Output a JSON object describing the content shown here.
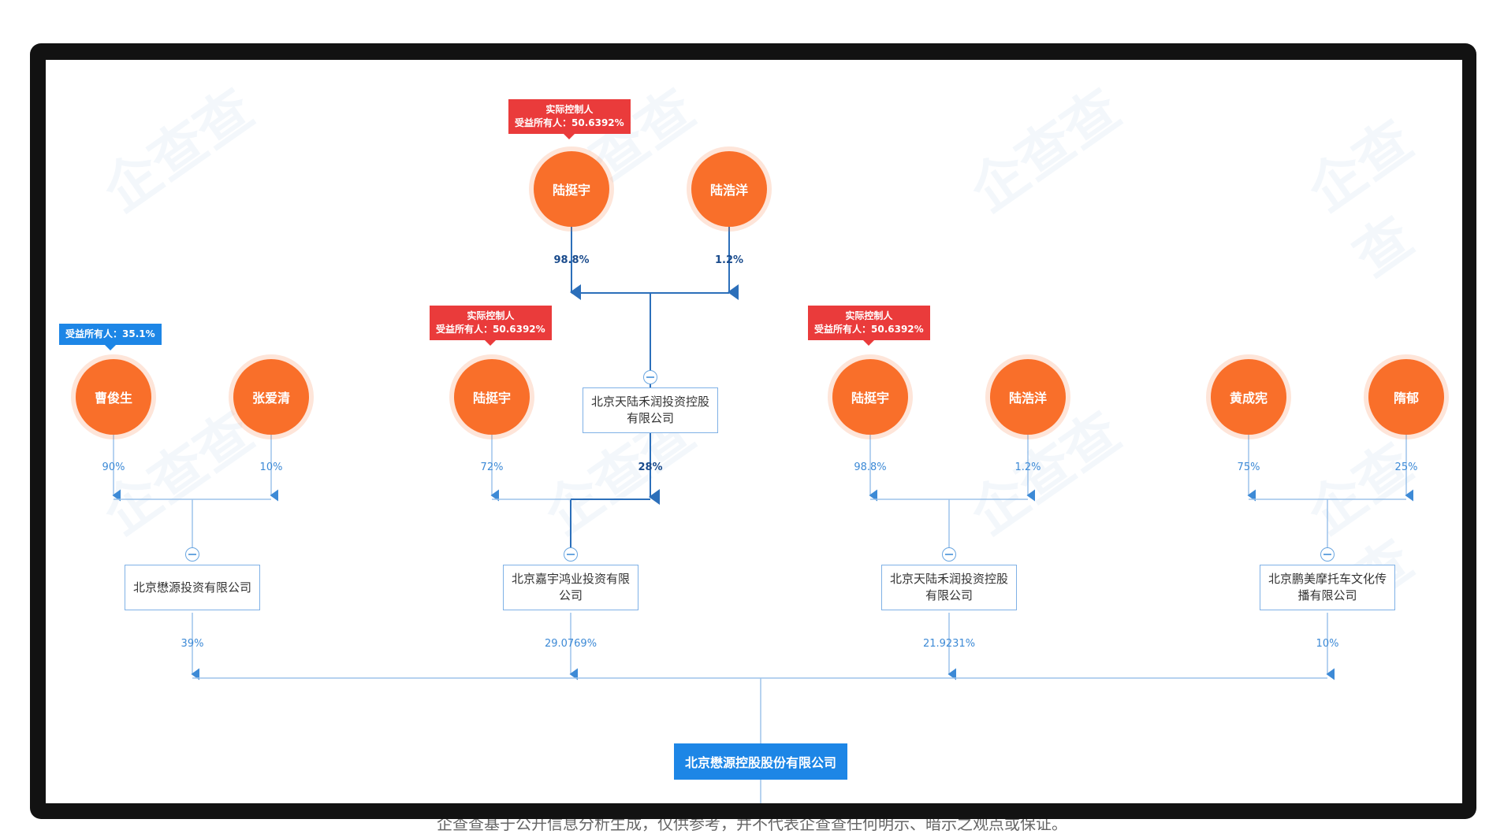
{
  "root_company": "北京懋源控股股份有限公司",
  "disclaimer": "企查查基于公开信息分析生成，仅供参考，并不代表企查查任何明示、暗示之观点或保证。",
  "watermark": "企查查",
  "tags": {
    "controller_label": "实际控制人",
    "beneficial_50": "受益所有人：50.6392%",
    "beneficial_35": "受益所有人：35.1%"
  },
  "top_group": {
    "persons": [
      "陆挺宇",
      "陆浩洋"
    ],
    "percents": [
      "98.8%",
      "1.2%"
    ],
    "company": "北京天陆禾润投资控股有限公司",
    "company_to_target": "28%"
  },
  "groups": [
    {
      "persons": [
        "曹俊生",
        "张爱清"
      ],
      "percents": [
        "90%",
        "10%"
      ],
      "company": "北京懋源投资有限公司",
      "to_root": "39%"
    },
    {
      "persons": [
        "陆挺宇"
      ],
      "percents": [
        "72%"
      ],
      "company": "北京嘉宇鸿业投资有限公司",
      "to_root": "29.0769%"
    },
    {
      "persons": [
        "陆挺宇",
        "陆浩洋"
      ],
      "percents": [
        "98.8%",
        "1.2%"
      ],
      "company": "北京天陆禾润投资控股有限公司",
      "to_root": "21.9231%"
    },
    {
      "persons": [
        "黄成宪",
        "隋郁"
      ],
      "percents": [
        "75%",
        "25%"
      ],
      "company": "北京鹏美摩托车文化传播有限公司",
      "to_root": "10%"
    }
  ],
  "colors": {
    "person": "#f96f2a",
    "line": "#9dc3ea",
    "strong_line": "#2c6fba",
    "root": "#1d86e6",
    "tag_red": "#ea3b3b",
    "tag_blue": "#1d86e6"
  }
}
